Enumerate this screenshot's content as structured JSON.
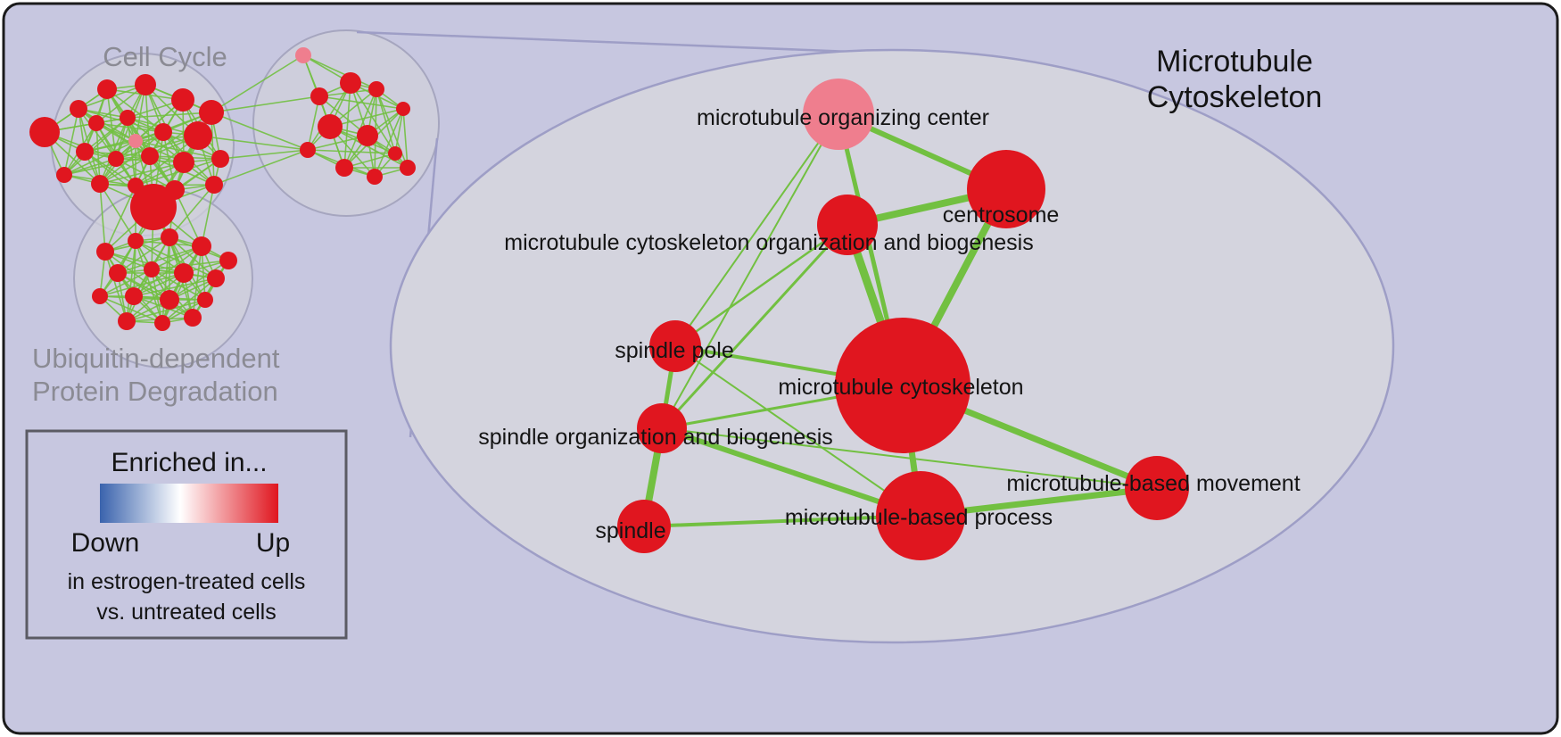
{
  "title": {
    "line1": "Microtubule",
    "line2": "Cytoskeleton"
  },
  "overview": {
    "cell_cycle_label": "Cell Cycle",
    "ubiquitin_label_line1": "Ubiquitin-dependent",
    "ubiquitin_label_line2": "Protein Degradation"
  },
  "legend": {
    "title": "Enriched in...",
    "down_label": "Down",
    "up_label": "Up",
    "caption_line1": "in estrogen-treated cells",
    "caption_line2": "vs. untreated cells",
    "down_color": "#3a63ad",
    "up_color": "#e0161f"
  },
  "colors": {
    "background": "#c7c7e0",
    "ellipse_fill": "#d4d4de",
    "ellipse_stroke": "#9e9ec6",
    "cluster_fill": "#d0d0db",
    "cluster_stroke": "#a6a6bf",
    "node_red": "#e0161f",
    "node_pink": "#ef7e8e",
    "edge_green": "#72c041",
    "gray_label": "#8b8b94"
  },
  "network": {
    "nodes": [
      {
        "id": "microtubule-organizing-center",
        "label": "microtubule organizing center",
        "color": "#ef7e8e",
        "size": "medium"
      },
      {
        "id": "centrosome",
        "label": "centrosome",
        "color": "#e0161f",
        "size": "medium"
      },
      {
        "id": "microtubule-cytoskeleton-organization-and-biogenesis",
        "label": "microtubule cytoskeleton organization and biogenesis",
        "color": "#e0161f",
        "size": "small"
      },
      {
        "id": "spindle-pole",
        "label": "spindle pole",
        "color": "#e0161f",
        "size": "small"
      },
      {
        "id": "microtubule-cytoskeleton",
        "label": "microtubule cytoskeleton",
        "color": "#e0161f",
        "size": "large"
      },
      {
        "id": "spindle-organization-and-biogenesis",
        "label": "spindle organization and biogenesis",
        "color": "#e0161f",
        "size": "small"
      },
      {
        "id": "microtubule-based-movement",
        "label": "microtubule-based movement",
        "color": "#e0161f",
        "size": "medium"
      },
      {
        "id": "microtubule-based-process",
        "label": "microtubule-based process",
        "color": "#e0161f",
        "size": "medium"
      },
      {
        "id": "spindle",
        "label": "spindle",
        "color": "#e0161f",
        "size": "small"
      }
    ],
    "edges": [
      {
        "source": "microtubule-organizing-center",
        "target": "centrosome",
        "weight": 6
      },
      {
        "source": "microtubule-organizing-center",
        "target": "microtubule-cytoskeleton",
        "weight": 5
      },
      {
        "source": "microtubule-organizing-center",
        "target": "spindle-pole",
        "weight": 2
      },
      {
        "source": "microtubule-organizing-center",
        "target": "spindle-organization-and-biogenesis",
        "weight": 2
      },
      {
        "source": "centrosome",
        "target": "microtubule-cytoskeleton-organization-and-biogenesis",
        "weight": 8
      },
      {
        "source": "centrosome",
        "target": "microtubule-cytoskeleton",
        "weight": 8
      },
      {
        "source": "microtubule-cytoskeleton-organization-and-biogenesis",
        "target": "microtubule-cytoskeleton",
        "weight": 9
      },
      {
        "source": "microtubule-cytoskeleton-organization-and-biogenesis",
        "target": "spindle-pole",
        "weight": 2.5
      },
      {
        "source": "microtubule-cytoskeleton-organization-and-biogenesis",
        "target": "spindle-organization-and-biogenesis",
        "weight": 3
      },
      {
        "source": "spindle-pole",
        "target": "spindle-organization-and-biogenesis",
        "weight": 5
      },
      {
        "source": "spindle-pole",
        "target": "microtubule-cytoskeleton",
        "weight": 4
      },
      {
        "source": "spindle-pole",
        "target": "spindle",
        "weight": 3
      },
      {
        "source": "spindle-pole",
        "target": "microtubule-based-process",
        "weight": 2
      },
      {
        "source": "spindle-organization-and-biogenesis",
        "target": "spindle",
        "weight": 8
      },
      {
        "source": "spindle-organization-and-biogenesis",
        "target": "microtubule-based-process",
        "weight": 6
      },
      {
        "source": "spindle-organization-and-biogenesis",
        "target": "microtubule-cytoskeleton",
        "weight": 3
      },
      {
        "source": "spindle-organization-and-biogenesis",
        "target": "microtubule-based-movement",
        "weight": 2
      },
      {
        "source": "microtubule-cytoskeleton",
        "target": "microtubule-based-movement",
        "weight": 7
      },
      {
        "source": "microtubule-cytoskeleton",
        "target": "microtubule-based-process",
        "weight": 7
      },
      {
        "source": "microtubule-based-process",
        "target": "microtubule-based-movement",
        "weight": 7
      },
      {
        "source": "spindle",
        "target": "microtubule-based-process",
        "weight": 4
      }
    ]
  }
}
